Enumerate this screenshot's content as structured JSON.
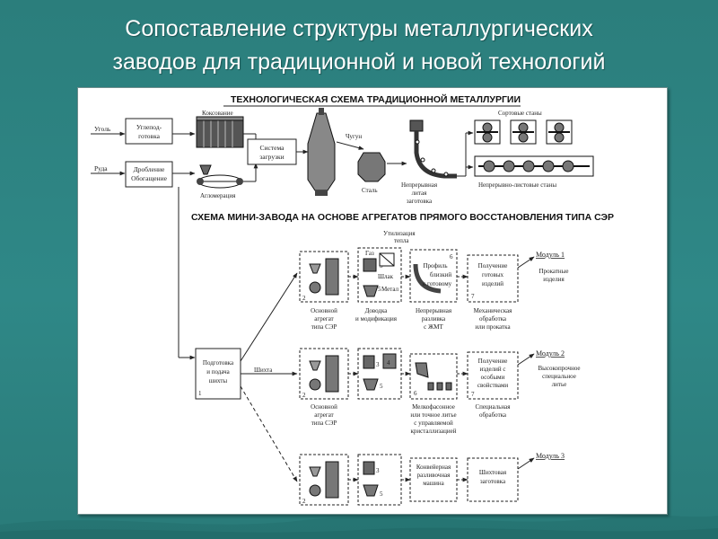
{
  "slide": {
    "title_line1": "Сопоставление структуры металлургических",
    "title_line2": "заводов для традиционной и новой технологий"
  },
  "traditional": {
    "header": "ТЕХНОЛОГИЧЕСКАЯ СХЕМА ТРАДИЦИОННОЙ МЕТАЛЛУРГИИ",
    "coal": "Уголь",
    "ore": "Руда",
    "coal_prep_1": "Углепод-",
    "coal_prep_2": "готовка",
    "crushing_1": "Дробление",
    "crushing_2": "Обогащение",
    "coking": "Коксование",
    "agglomeration": "Агломерация",
    "loading_1": "Система",
    "loading_2": "загрузки",
    "cast_iron": "Чугун",
    "steel": "Сталь",
    "caster_1": "Непрерывная",
    "caster_2": "литая",
    "caster_3": "заготовка",
    "section_mills": "Сортовые станы",
    "strip_mills": "Непрерывно-листовые станы"
  },
  "minimill": {
    "header": "СХЕМА МИНИ-ЗАВОДА НА ОСНОВЕ АГРЕГАТОВ ПРЯМОГО ВОССТАНОВЛЕНИЯ ТИПА СЭР",
    "heat_util_1": "Утилизация",
    "heat_util_2": "тепла",
    "gas": "Газ",
    "slag": "Шлак",
    "metal": "Метал",
    "prep_1": "Подготовка",
    "prep_2": "и подача",
    "prep_3": "шихты",
    "charge": "Шихта",
    "main_unit_1": "Основной",
    "main_unit_2": "агрегат",
    "main_unit_3": "типа СЭР",
    "refining_1": "Доводка",
    "refining_2": "и модификация",
    "profile_1": "Профиль",
    "profile_2": "близкий",
    "profile_3": "к готовому",
    "cont_cast_1": "Непрерывная",
    "cont_cast_2": "разливка",
    "cont_cast_3": "с ЖМТ",
    "finished_1": "Получение",
    "finished_2": "готовых",
    "finished_3": "изделий",
    "mech_1": "Механическая",
    "mech_2": "обработка",
    "mech_3": "или прокатка",
    "module1": "Модуль 1",
    "module1_out_1": "Прокатные",
    "module1_out_2": "изделия",
    "special_1": "Получение",
    "special_2": "изделий с",
    "special_3": "особыми",
    "special_4": "свойствами",
    "special_proc_1": "Специальная",
    "special_proc_2": "обработка",
    "precision_1": "Мелкофасонное",
    "precision_2": "или точное литье",
    "precision_3": "с управляемой",
    "precision_4": "кристаллизацией",
    "module2": "Модуль 2",
    "module2_out_1": "Высокопрочное",
    "module2_out_2": "специальное",
    "module2_out_3": "литье",
    "conveyor_1": "Конвейерная",
    "conveyor_2": "разливочная",
    "conveyor_3": "машина",
    "billet_1": "Шихтовая",
    "billet_2": "заготовка",
    "module3": "Модуль 3",
    "num_1": "1",
    "num_2": "2",
    "num_3": "3",
    "num_4": "4",
    "num_5": "5",
    "num_6": "6",
    "num_7": "7"
  },
  "colors": {
    "background": "#2f8887",
    "panel": "#ffffff",
    "ink": "#222222"
  }
}
